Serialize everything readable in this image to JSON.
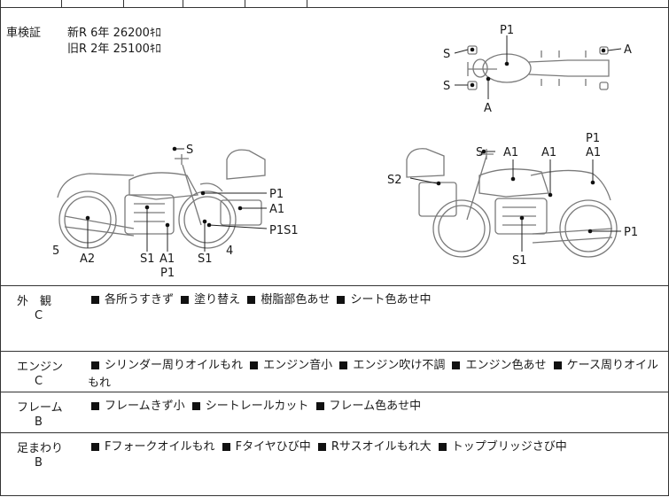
{
  "shaken": {
    "label": "車検証",
    "lines": [
      "新R 6年 26200ｷﾛ",
      "旧R 2年 25100ｷﾛ"
    ]
  },
  "diagram": {
    "labels": {
      "top_p1": "P1",
      "top_s_upper": "S",
      "top_s_lower": "S",
      "top_a_right": "A",
      "top_a_lower": "A",
      "left_s": "S",
      "left_p1_tank": "P1",
      "left_a1": "A1",
      "left_p1s1": "P1S1",
      "left_5": "5",
      "left_a2": "A2",
      "left_s1_a": "S1",
      "left_a1_b": "A1",
      "left_p1_b": "P1",
      "left_s1_b": "S1",
      "left_4": "4",
      "right_s": "S",
      "right_a1_tank": "A1",
      "right_a1_seat": "A1",
      "right_p1_top": "P1",
      "right_a1_tail": "A1",
      "right_s2": "S2",
      "right_p1_wheel": "P1",
      "right_s1": "S1"
    }
  },
  "sections": [
    {
      "name": "外　観",
      "grade": "C",
      "items": [
        "各所うすきず",
        "塗り替え",
        "樹脂部色あせ",
        "シート色あせ中"
      ]
    },
    {
      "name": "エンジン",
      "grade": "C",
      "items": [
        "シリンダー周りオイルもれ",
        "エンジン音小",
        "エンジン吹け不調",
        "エンジン色あせ",
        "ケース周りオイルもれ"
      ]
    },
    {
      "name": "フレーム",
      "grade": "B",
      "items": [
        "フレームきず小",
        "シートレールカット",
        "フレーム色あせ中"
      ]
    },
    {
      "name": "足まわり",
      "grade": "B",
      "items": [
        "Fフォークオイルもれ",
        "Fタイヤひび中",
        "Rサスオイルもれ大",
        "トップブリッジさび中"
      ]
    }
  ]
}
